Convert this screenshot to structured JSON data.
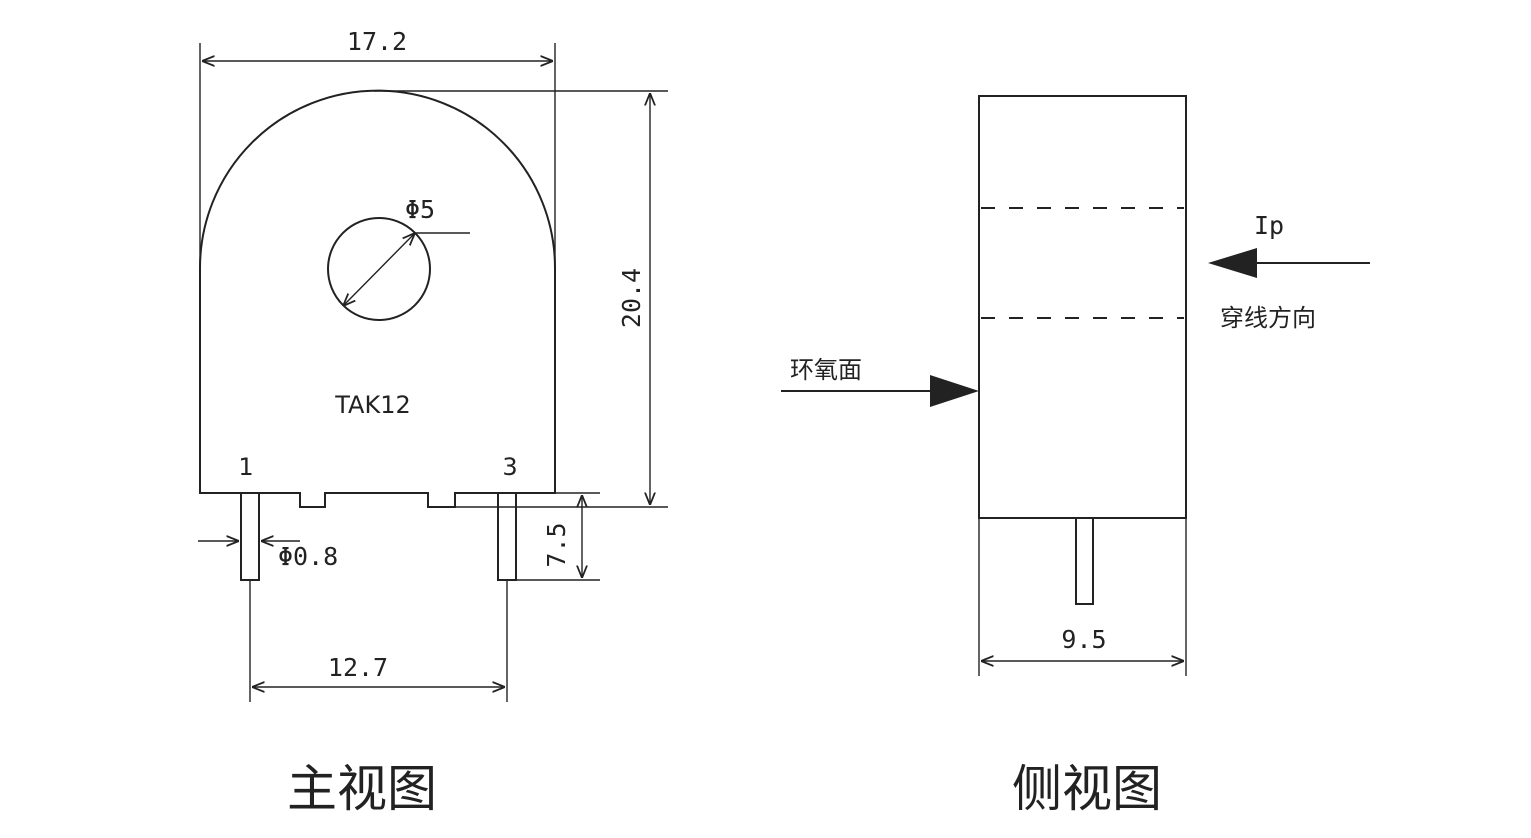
{
  "front_view": {
    "model": "TAK12",
    "width_dim": "17.2",
    "height_dim": "20.4",
    "hole_dim": "Φ5",
    "pin_dim": "Φ0.8",
    "pin_length_dim": "7.5",
    "pin_spacing_dim": "12.7",
    "pin1_label": "1",
    "pin3_label": "3",
    "caption": "主视图"
  },
  "side_view": {
    "current_label": "Ip",
    "threading_label": "穿线方向",
    "epoxy_label": "环氧面",
    "width_dim": "9.5",
    "caption": "侧视图"
  }
}
